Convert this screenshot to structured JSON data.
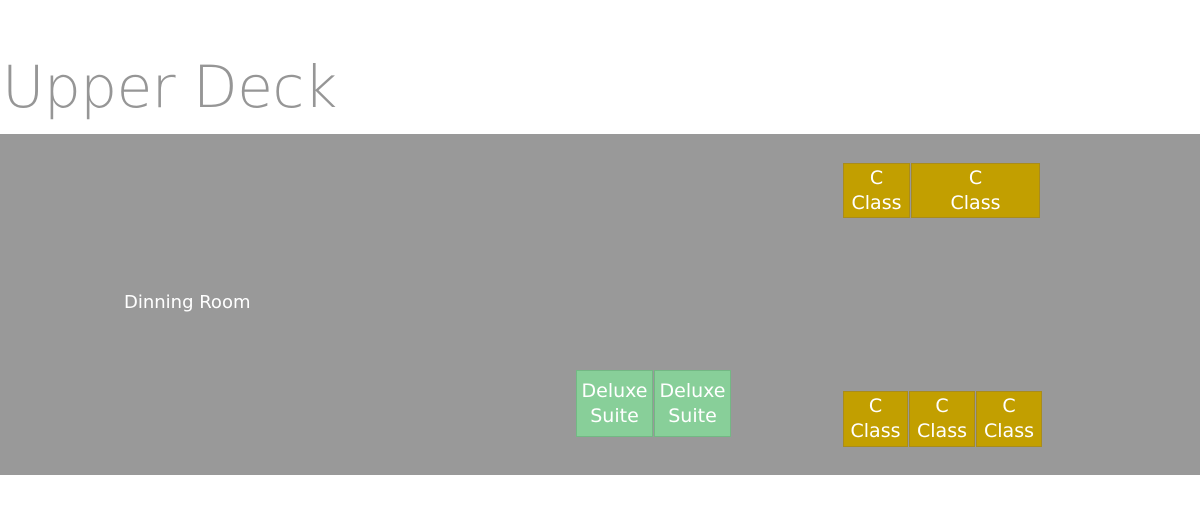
{
  "deck": {
    "title": "Upper Deck",
    "colors": {
      "deck_background": "#999999",
      "c_class": "#c29f00",
      "deluxe_suite": "#88cf99",
      "title_text": "#969696"
    }
  },
  "rooms": {
    "dining_room": "Dinning Room"
  },
  "cabins": {
    "c_top_1": {
      "line1": "C",
      "line2": "Class"
    },
    "c_top_2": {
      "line1": "C",
      "line2": "Class"
    },
    "c_bot_1": {
      "line1": "C",
      "line2": "Class"
    },
    "c_bot_2": {
      "line1": "C",
      "line2": "Class"
    },
    "c_bot_3": {
      "line1": "C",
      "line2": "Class"
    },
    "deluxe_1": {
      "line1": "Deluxe",
      "line2": "Suite"
    },
    "deluxe_2": {
      "line1": "Deluxe",
      "line2": "Suite"
    }
  }
}
